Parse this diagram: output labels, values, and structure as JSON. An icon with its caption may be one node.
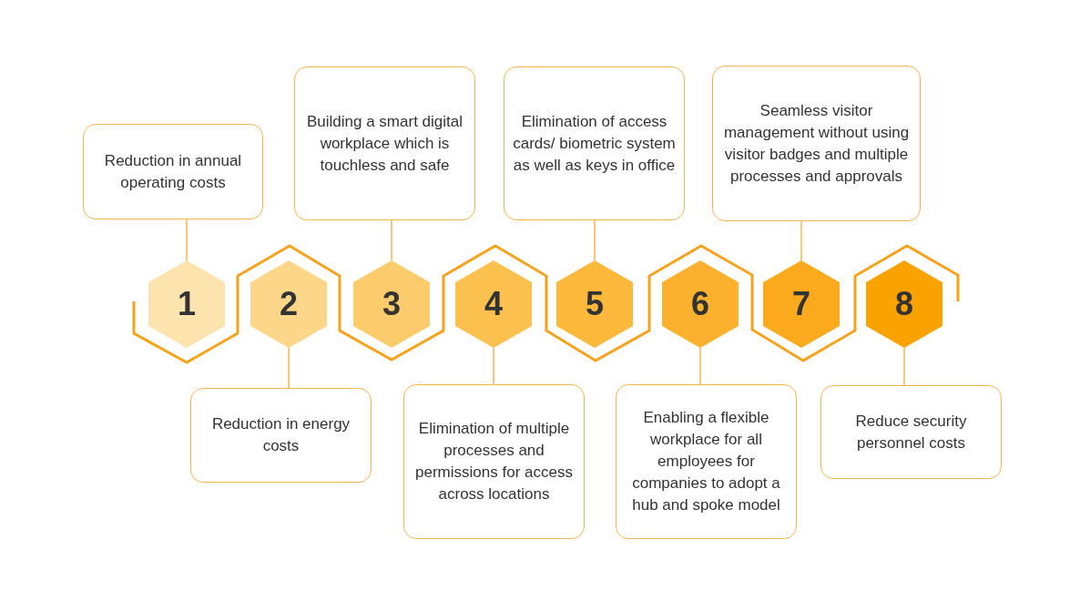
{
  "diagram": {
    "nodes": [
      {
        "text": [
          "1"
        ]
      },
      {
        "text": [
          "2"
        ]
      },
      {
        "text": [
          "3"
        ]
      },
      {
        "text": [
          "4"
        ]
      },
      {
        "text": [
          "5"
        ]
      },
      {
        "text": [
          "6"
        ]
      },
      {
        "text": [
          "7"
        ]
      },
      {
        "text": [
          "8"
        ]
      },
      {
        "text": [
          "Reduction in annual operating costs"
        ]
      },
      {
        "text": [
          "Reduction in energy costs"
        ]
      },
      {
        "text": [
          "Building a smart digital workplace which is touchless and safe"
        ]
      },
      {
        "text": [
          "Elimination of multiple processes and permissions for access across locations"
        ]
      },
      {
        "text": [
          "Elimination of access cards/ biometric system as well as keys in office"
        ]
      },
      {
        "text": [
          "Enabling a flexible workplace for all employees for companies to adopt a hub and spoke model"
        ]
      },
      {
        "text": [
          "Seamless visitor management without using visitor badges and multiple processes and approvals"
        ]
      },
      {
        "text": [
          "Reduce security personnel costs"
        ]
      }
    ],
    "edges": [
      {
        "from": 8,
        "to": 0,
        "arrow": "none"
      },
      {
        "from": 9,
        "to": 1,
        "arrow": "none"
      },
      {
        "from": 10,
        "to": 2,
        "arrow": "none"
      },
      {
        "from": 11,
        "to": 3,
        "arrow": "none"
      },
      {
        "from": 12,
        "to": 4,
        "arrow": "none"
      },
      {
        "from": 13,
        "to": 5,
        "arrow": "none"
      },
      {
        "from": 14,
        "to": 6,
        "arrow": "none"
      },
      {
        "from": 15,
        "to": 7,
        "arrow": "none"
      }
    ]
  }
}
